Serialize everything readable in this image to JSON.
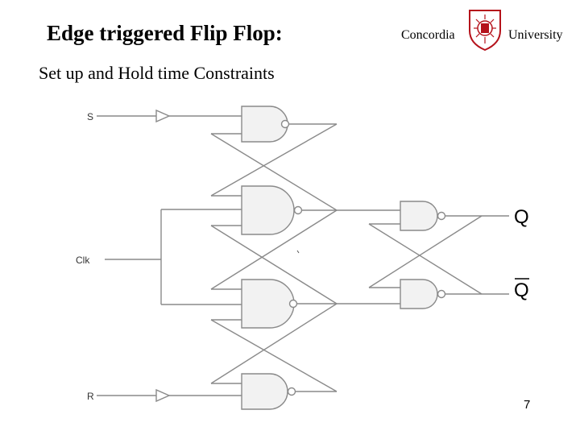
{
  "slide": {
    "title": "Edge triggered Flip Flop:",
    "subtitle": "Set up and Hold time Constraints",
    "university_left": "Concordia",
    "university_right": "University",
    "page_number": "7"
  },
  "circuit": {
    "input_s": "S",
    "input_clk": "Clk",
    "input_r": "R",
    "output_q": "Q",
    "output_qbar": "Q"
  },
  "colors": {
    "line": "#8a8a8a",
    "gate_fill": "#f2f2f2",
    "gate_stroke": "#8a8a8a",
    "crest": "#b5121b"
  },
  "icons": [
    "concordia-crest-icon"
  ]
}
